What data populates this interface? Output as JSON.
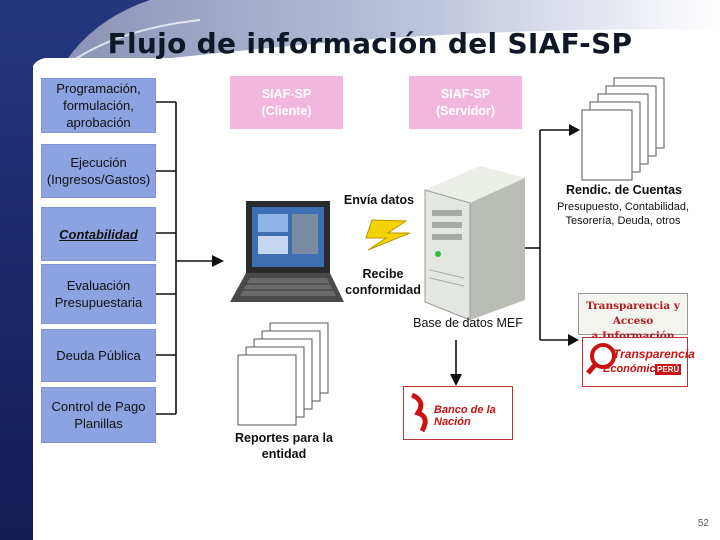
{
  "title": "Flujo de información del SIAF-SP",
  "left_boxes": [
    {
      "label": "Programación, formulación, aprobación"
    },
    {
      "label": "Ejecución (Ingresos/Gastos)"
    },
    {
      "label": "Contabilidad"
    },
    {
      "label": "Evaluación Presupuestaria"
    },
    {
      "label": "Deuda Pública"
    },
    {
      "label": "Control de Pago Planillas"
    }
  ],
  "client": {
    "line1": "SIAF-SP",
    "line2": "(Cliente)"
  },
  "server": {
    "line1": "SIAF-SP",
    "line2": "(Servidor)"
  },
  "send_label": "Envía datos",
  "receive_label": "Recibe conformidad",
  "db_label": "Base de datos MEF",
  "rendic": {
    "title": "Rendic. de Cuentas",
    "detail": "Presupuesto, Contabilidad, Tesorería, Deuda,  otros"
  },
  "reports_label": "Reportes para la entidad",
  "transparency_logo": {
    "line1": "Transparencia y Acceso",
    "line2": "a Información Pública"
  },
  "economica_logo": {
    "line1": "Transparencia",
    "line2": "Económica",
    "badge": "PERÚ"
  },
  "bank_logo": "Banco de la Nación",
  "page_number": "52",
  "colors": {
    "side_box": "#8da2e0",
    "pink": "#f2b7df",
    "navy": "#1a2a6c"
  }
}
